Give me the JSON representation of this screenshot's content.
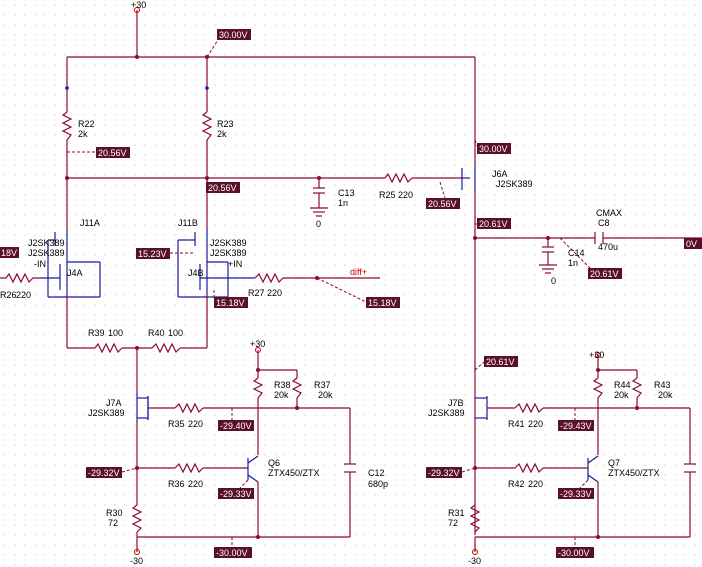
{
  "supplies": {
    "pos_top": "+30",
    "pos_q6": "+30",
    "pos_q7": "+30",
    "neg_left": "-30",
    "neg_right": "-30"
  },
  "grounds": {
    "c13": "0",
    "c14": "0"
  },
  "components": {
    "R22": {
      "ref": "R22",
      "value": "2k"
    },
    "R23": {
      "ref": "R23",
      "value": "2k"
    },
    "R25": {
      "ref": "R25",
      "value": "220"
    },
    "R26": {
      "ref": "R26",
      "value": "220"
    },
    "R27": {
      "ref": "R27",
      "value": "220"
    },
    "R39": {
      "ref": "R39",
      "value": "100"
    },
    "R40": {
      "ref": "R40",
      "value": "100"
    },
    "R35": {
      "ref": "R35",
      "value": "220"
    },
    "R36": {
      "ref": "R36",
      "value": "220"
    },
    "R37": {
      "ref": "R37",
      "value": "20k"
    },
    "R38": {
      "ref": "R38",
      "value": "20k"
    },
    "R30": {
      "ref": "R30",
      "value": "72"
    },
    "R41": {
      "ref": "R41",
      "value": "220"
    },
    "R42": {
      "ref": "R42",
      "value": "220"
    },
    "R43": {
      "ref": "R43",
      "value": "20k"
    },
    "R44": {
      "ref": "R44",
      "value": "20k"
    },
    "R31": {
      "ref": "R31",
      "value": "72"
    },
    "C13": {
      "ref": "C13",
      "value": "1n"
    },
    "C14": {
      "ref": "C14",
      "value": "1n"
    },
    "C12": {
      "ref": "C12",
      "value": "680p"
    },
    "C8": {
      "ref": "C8",
      "value": "470u",
      "extra": "CMAX"
    },
    "J11A": {
      "ref": "J11A"
    },
    "J11B": {
      "ref": "J11B"
    },
    "J4A": {
      "ref": "J4A",
      "part1": "J2SK389",
      "part2": "J2SK389",
      "pin": "-IN"
    },
    "J4B": {
      "ref": "J4B",
      "part1": "J2SK389",
      "part2": "J2SK389",
      "pin": "+IN"
    },
    "J6A": {
      "ref": "J6A",
      "part": "J2SK389"
    },
    "J7A": {
      "ref": "J7A",
      "part": "J2SK389"
    },
    "J7B": {
      "ref": "J7B",
      "part": "J2SK389"
    },
    "Q6": {
      "ref": "Q6",
      "part": "ZTX450/ZTX"
    },
    "Q7": {
      "ref": "Q7",
      "part": "ZTX450/ZTX"
    }
  },
  "net_labels": {
    "diff_plus": "diff+"
  },
  "voltage_tags": {
    "v_top": "30.00V",
    "v_r22": "20.56V",
    "v_j11b": "20.56V",
    "v_r25": "20.56V",
    "v_j6a_src": "30.00V",
    "v_j6a_drain": "20.61V",
    "v_c14": "20.61V",
    "v_j7b_gate": "20.61V",
    "v_left_edge": "18V",
    "v_j4b_gate": "15.23V",
    "v_j4b_src": "15.18V",
    "v_diff": "15.18V",
    "v_out_edge": "0V",
    "v_j7a_g": "-29.40V",
    "v_j7a_s": "-29.32V",
    "v_q6": "-29.33V",
    "v_bot_left": "-30.00V",
    "v_j7b_g": "-29.43V",
    "v_j7b_s": "-29.32V",
    "v_q7": "-29.33V",
    "v_bot_right": "-30.00V"
  },
  "colors": {
    "wire": "#8b0a2e",
    "device": "#1a1a9a",
    "tag_bg": "#5a0f2a",
    "tag_text": "#ffffff",
    "net_label": "#cc0000"
  }
}
